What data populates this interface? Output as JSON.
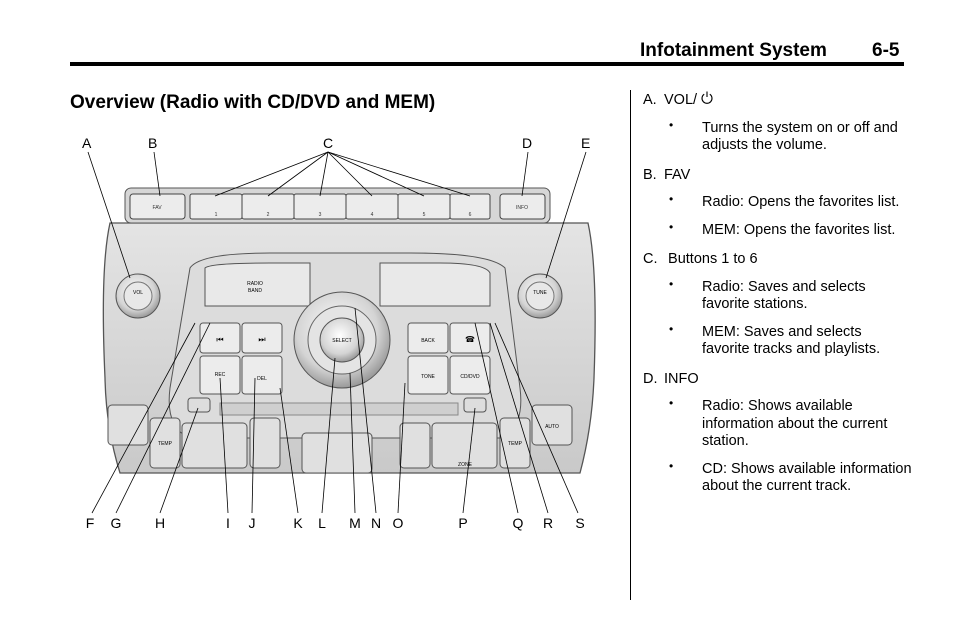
{
  "header": {
    "title": "Infotainment System",
    "page": "6-5"
  },
  "section_title": "Overview (Radio with CD/DVD and MEM)",
  "figure": {
    "callouts_top": [
      "A",
      "B",
      "C",
      "D",
      "E"
    ],
    "callouts_bottom": [
      "F",
      "G",
      "H",
      "I",
      "J",
      "K",
      "L",
      "M",
      "N",
      "O",
      "P",
      "Q",
      "R",
      "S"
    ],
    "labels": {
      "fav": "FAV",
      "info": "INFO",
      "presets": [
        "1",
        "2",
        "3",
        "4",
        "5",
        "6"
      ],
      "vol": "VOL",
      "tune": "TUNE",
      "radio_band_1": "RADIO",
      "radio_band_2": "BAND",
      "select": "SELECT",
      "rec": "REC",
      "del": "DEL",
      "back": "BACK",
      "tone": "TONE",
      "cd_dvd": "CD/DVD",
      "temp": "TEMP",
      "zone": "ZONE",
      "auto": "AUTO"
    }
  },
  "items": [
    {
      "letter": "A.",
      "title": "VOL/",
      "icon": "power-icon",
      "bullets": [
        "Turns the system on or off and adjusts the volume."
      ]
    },
    {
      "letter": "B.",
      "title": "FAV",
      "bullets": [
        "Radio: Opens the favorites list.",
        "MEM: Opens the favorites list."
      ]
    },
    {
      "letter": "C.",
      "title": " Buttons 1 to 6",
      "bullets": [
        "Radio: Saves and selects favorite stations.",
        "MEM: Saves and selects favorite tracks and playlists."
      ]
    },
    {
      "letter": "D.",
      "title": "INFO",
      "bullets": [
        "Radio: Shows available information about the current station.",
        "CD: Shows available information about the current track."
      ]
    }
  ]
}
